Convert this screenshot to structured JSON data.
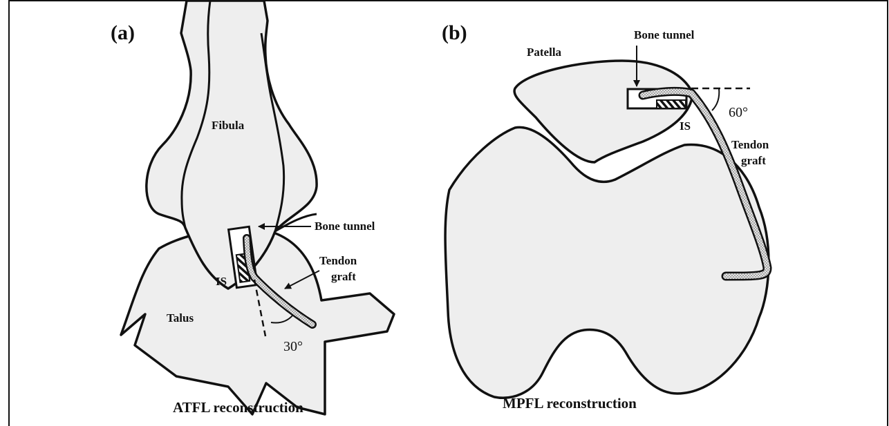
{
  "panel_a": {
    "label": "(a)",
    "fibula": "Fibula",
    "talus": "Talus",
    "bone_tunnel": "Bone tunnel",
    "tendon_line1": "Tendon",
    "tendon_line2": "graft",
    "is": "IS",
    "angle": "30°",
    "caption": "ATFL reconstruction"
  },
  "panel_b": {
    "label": "(b)",
    "patella": "Patella",
    "bone_tunnel": "Bone tunnel",
    "tendon_line1": "Tendon",
    "tendon_line2": "graft",
    "is": "IS",
    "angle": "60°",
    "caption": "MPFL reconstruction"
  },
  "colors": {
    "bone_fill": "#eeeeee",
    "outline": "#111111"
  }
}
